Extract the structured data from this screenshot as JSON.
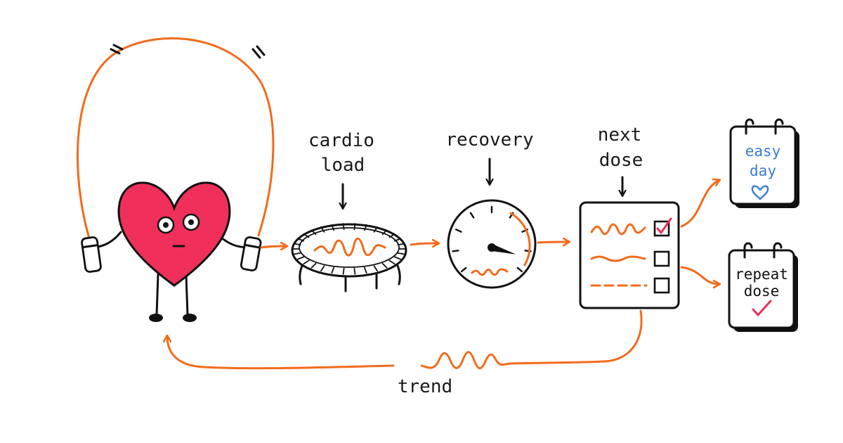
{
  "colors": {
    "ink": "#111111",
    "accent": "#f26b1d",
    "heart": "#f0305a",
    "note_blue": "#3a7bd5",
    "check": "#e8305a"
  },
  "labels": {
    "cardio_line1": "cardio",
    "cardio_line2": "load",
    "recovery": "recovery",
    "next_line1": "next",
    "next_line2": "dose",
    "trend": "trend"
  },
  "calendars": {
    "easy": {
      "line1": "easy",
      "line2": "day",
      "icon": "heart-icon"
    },
    "repeat": {
      "line1": "repeat",
      "line2": "dose",
      "icon": "check-icon"
    }
  },
  "checklist": {
    "items": [
      {
        "style": "wavy",
        "checked": true
      },
      {
        "style": "wave",
        "checked": false
      },
      {
        "style": "dashed",
        "checked": false
      }
    ]
  },
  "gauge": {
    "level": 0.82
  }
}
